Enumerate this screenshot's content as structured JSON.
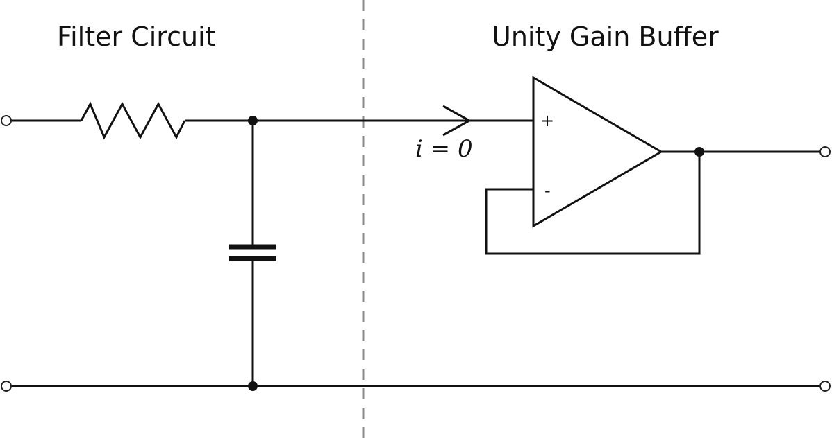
{
  "sections": {
    "left_title": "Filter Circuit",
    "right_title": "Unity Gain Buffer"
  },
  "opamp": {
    "plus_label": "+",
    "minus_label": "-"
  },
  "current": {
    "label": "i = 0"
  },
  "colors": {
    "wire": "#111111",
    "divider": "#8a8a8a",
    "terminal_fill": "#ffffff"
  }
}
